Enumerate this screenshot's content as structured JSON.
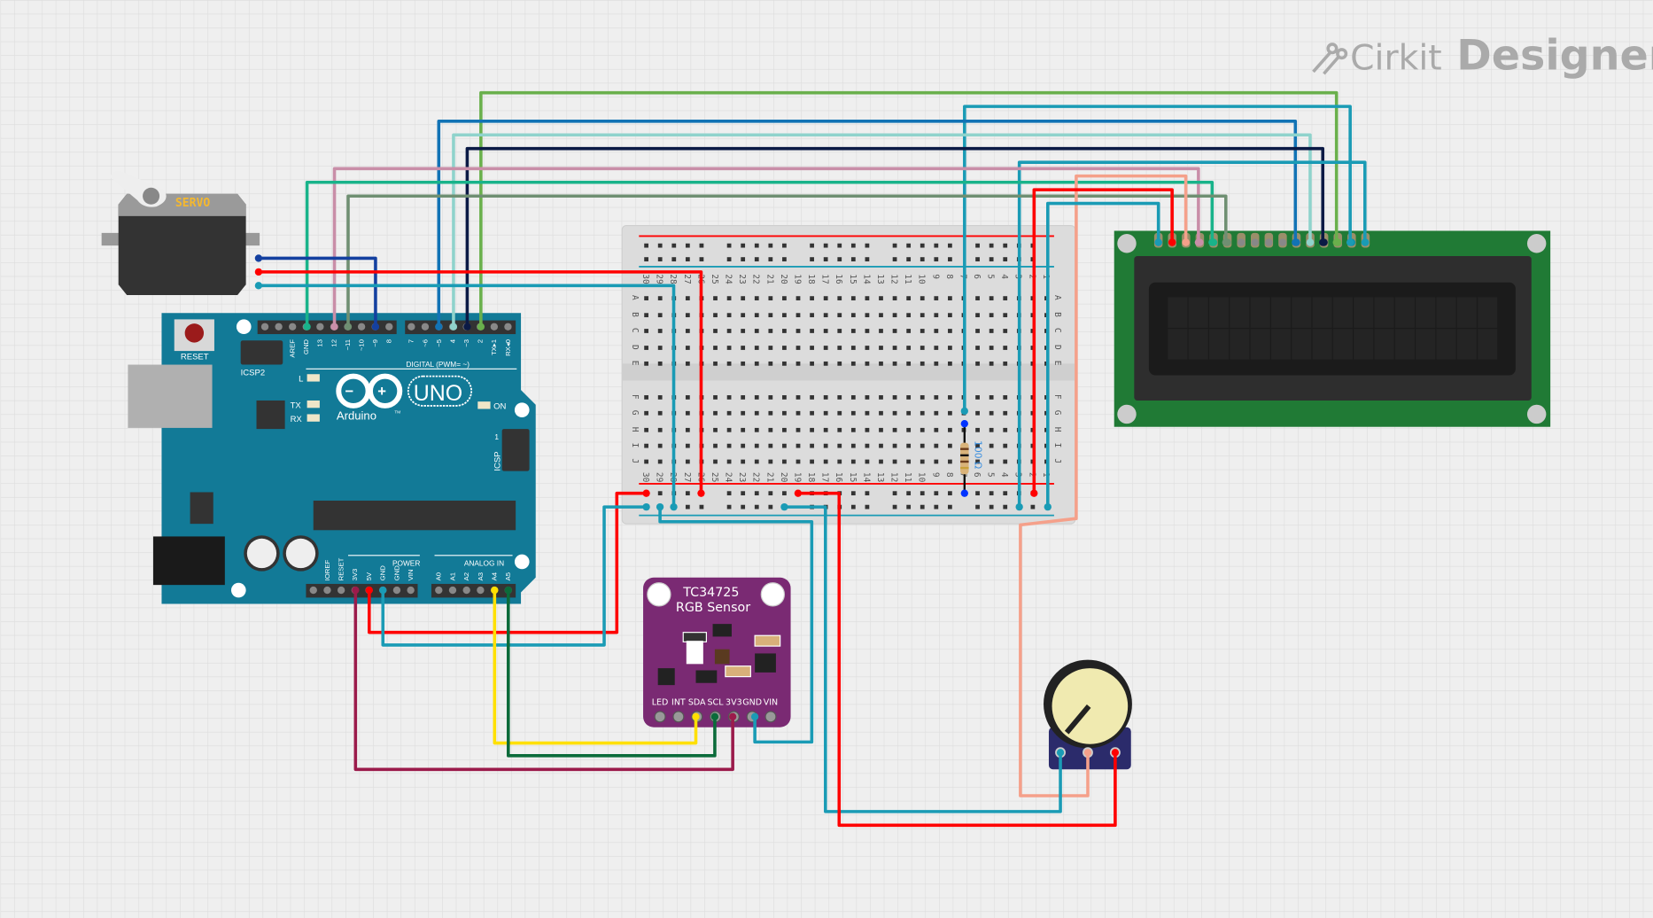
{
  "logo": {
    "part1": "Cirkit",
    "part2": "Designer"
  },
  "servo": {
    "label": "SERVO"
  },
  "arduino": {
    "reset": "RESET",
    "icsp2": "ICSP2",
    "icsp": "ICSP",
    "icsp_pin1": "1",
    "brand": "Arduino",
    "model": "UNO",
    "tm": "TM",
    "led_l": "L",
    "led_tx": "TX",
    "led_rx": "RX",
    "led_on": "ON",
    "digital_label": "DIGITAL (PWM= ~)",
    "power_label": "POWER",
    "analog_label": "ANALOG IN",
    "top_left_pins": [
      "",
      "",
      "AREF",
      "GND",
      "13",
      "12",
      "~11",
      "~10",
      "~9",
      "8"
    ],
    "top_right_pins": [
      "7",
      "~6",
      "~5",
      "4",
      "~3",
      "2",
      "TX▸1",
      "RX◂0"
    ],
    "power_pins": [
      "",
      "IOREF",
      "RESET",
      "3V3",
      "5V",
      "GND",
      "GND",
      "VIN"
    ],
    "analog_pins": [
      "A0",
      "A1",
      "A2",
      "A3",
      "A4",
      "A5"
    ]
  },
  "breadboard": {
    "columns": [
      "30",
      "29",
      "28",
      "27",
      "26",
      "25",
      "24",
      "23",
      "22",
      "21",
      "20",
      "19",
      "18",
      "17",
      "16",
      "15",
      "14",
      "13",
      "12",
      "11",
      "10",
      "9",
      "8",
      "7",
      "6",
      "5",
      "4",
      "3",
      "2",
      "1"
    ],
    "rows_top": [
      "A",
      "B",
      "C",
      "D",
      "E"
    ],
    "rows_bottom": [
      "F",
      "G",
      "H",
      "I",
      "J"
    ],
    "resistor_label": "100 Ω"
  },
  "sensor": {
    "title": "TC34725",
    "subtitle": "RGB Sensor",
    "pins": [
      "LED",
      "INT",
      "SDA",
      "SCL",
      "3V3",
      "GND",
      "VIN"
    ]
  },
  "colors": {
    "arduino": "#127a97",
    "lcd_pcb": "#207a35",
    "sensor": "#7a2a73",
    "wire_red": "#ff0000",
    "wire_teal": "#1a9bb5",
    "wire_green": "#6ab04c",
    "wire_navy": "#0b1a45",
    "wire_pink": "#c98ea8",
    "wire_salmon": "#f5a08a",
    "wire_yellow": "#ffe000",
    "wire_darkgreen": "#0b6b3a",
    "wire_maroon": "#9b1b4b"
  }
}
